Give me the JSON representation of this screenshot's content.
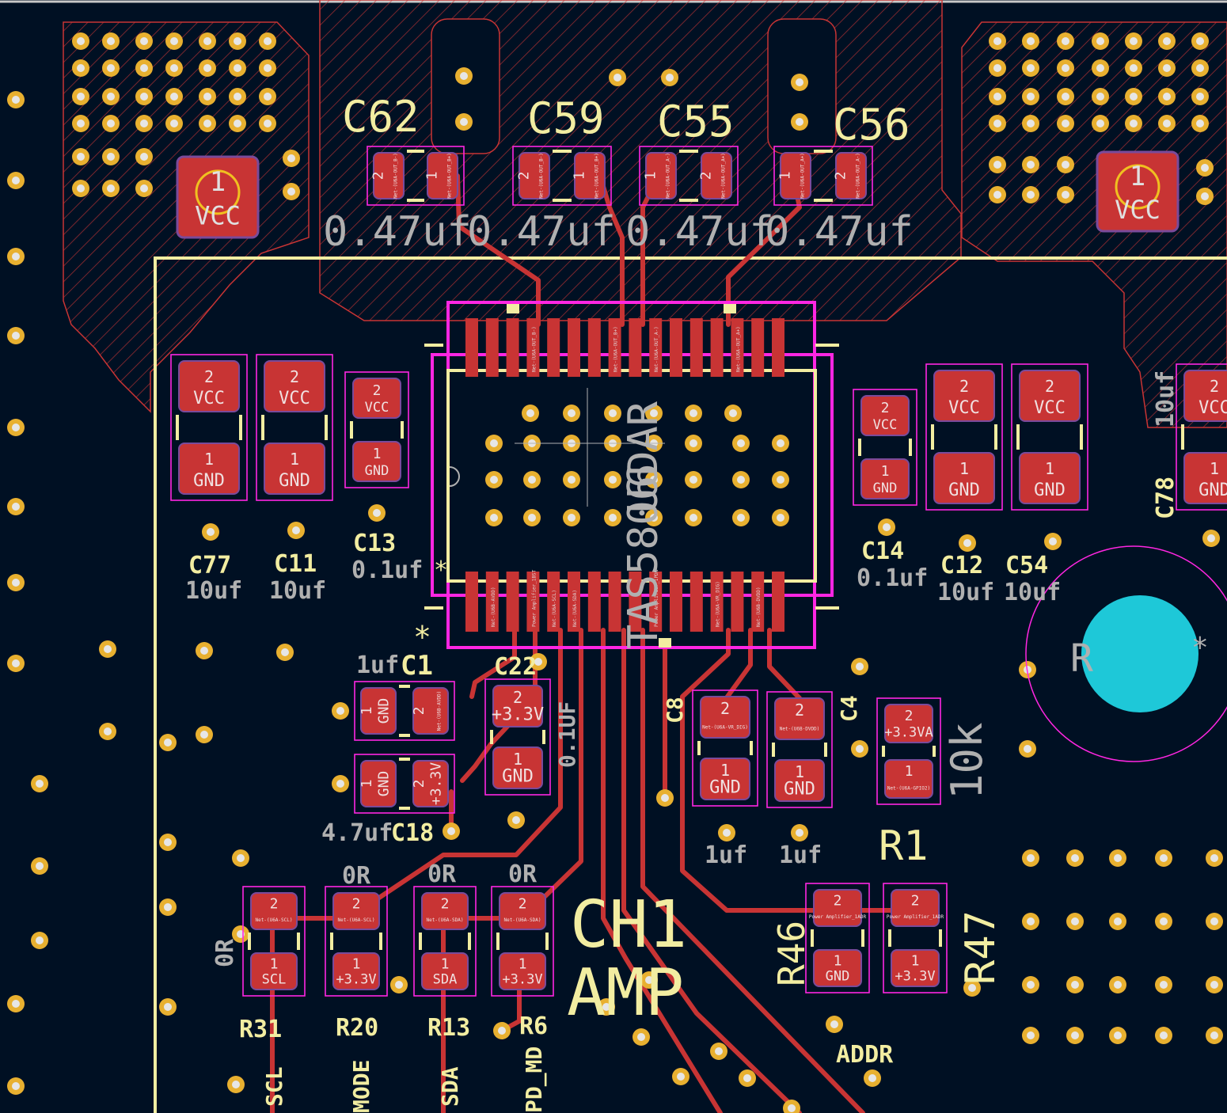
{
  "view": {
    "background": "#001023",
    "colors": {
      "pad": "#c83434",
      "pad_stroke": "#7a4a9a",
      "courtyard": "#ff26e2",
      "silk": "#f2eda1",
      "fab": "#b0b0b0",
      "via_ring": "#e8b030",
      "via_hole": "#e6e6e6",
      "track": "#c83434",
      "zone_hatch": "#c83434",
      "npth": "#1ec8d8"
    }
  },
  "labels": {
    "C62": "C62",
    "C59": "C59",
    "C55": "C55",
    "C56": "C56",
    "cap_top_value": "0.47uf",
    "C77": "C77",
    "C11": "C11",
    "C13": "C13",
    "C14": "C14",
    "C12": "C12",
    "C54": "C54",
    "C78": "C78",
    "v10uf": "10uf",
    "v01uf": "0.1uf",
    "v1uf": "1uf",
    "v47uf": "4.7uf",
    "v01UF": "0.1UF",
    "C1": "C1",
    "C22": "C22",
    "C18": "C18",
    "C8": "C8",
    "C4": "C4",
    "R1": "R1",
    "R1val": "10k",
    "R31": "R31",
    "R20": "R20",
    "R13": "R13",
    "R6": "R6",
    "R46": "R46",
    "R47": "R47",
    "zero_r": "0R",
    "ch1": "CH1",
    "amp": "AMP",
    "addr": "ADDR",
    "scl": "SCL",
    "mode": "MODE",
    "sda": "SDA",
    "pd_md": "PD_MD",
    "ic_ref": "U6",
    "ic_value": "TAS5806DAR",
    "star": "*",
    "ic_ref_side": "R"
  },
  "pads": {
    "vcc": "VCC",
    "gnd": "GND",
    "p33v": "+3.3V",
    "p33va": "+3.3VA",
    "scl": "SCL",
    "sda": "SDA",
    "one": "1",
    "two": "2"
  },
  "net_labels": {
    "out_bm": "Net-(U6A-OUT_B-)",
    "out_bp": "Net-(U6A-OUT_B+)",
    "out_am": "Net-(U6A-OUT_A-)",
    "out_ap": "Net-(U6A-OUT_A+)",
    "avdd": "Net-(U6B-AVDD)",
    "scl": "Net-(U6A-SCL)",
    "sda": "Net-(U6A-SDA)",
    "vr_dig": "Net-(U6A-VR_DIG)",
    "dvdd": "Net-(U6B-DVDD)",
    "gpio2": "Net-(U6A-GPIO2)",
    "pa_pdn": "Power Amplifier_1PDN",
    "pa_bst": "Power Amplifier_1BST",
    "pa_adr": "Power Amplifier_1ADR"
  }
}
